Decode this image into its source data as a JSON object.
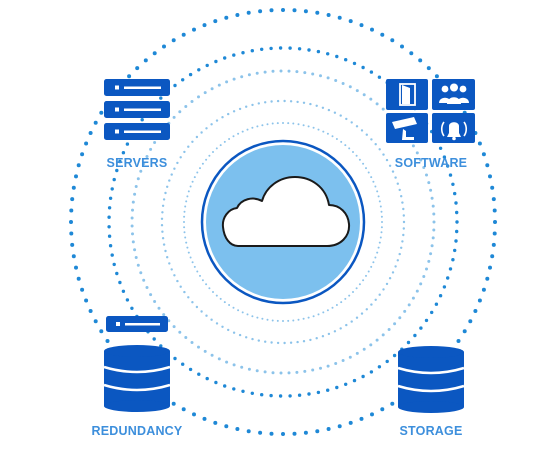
{
  "colors": {
    "accent": "#0b57c1",
    "label": "#3d8fdc",
    "dots": "#1e88d6",
    "dots_light": "#8cc3ea",
    "cloud_fill": "#7cc0ee",
    "white": "#ffffff"
  },
  "center": {
    "icon": "cloud-icon"
  },
  "nodes": [
    {
      "id": "servers",
      "label": "SERVERS",
      "icon": "server-rack-icon"
    },
    {
      "id": "software",
      "label": "SOFTWARE",
      "icon": "software-grid-icon"
    },
    {
      "id": "redundancy",
      "label": "REDUNDANCY",
      "icon": "database-icon"
    },
    {
      "id": "storage",
      "label": "STORAGE",
      "icon": "database-icon"
    }
  ]
}
